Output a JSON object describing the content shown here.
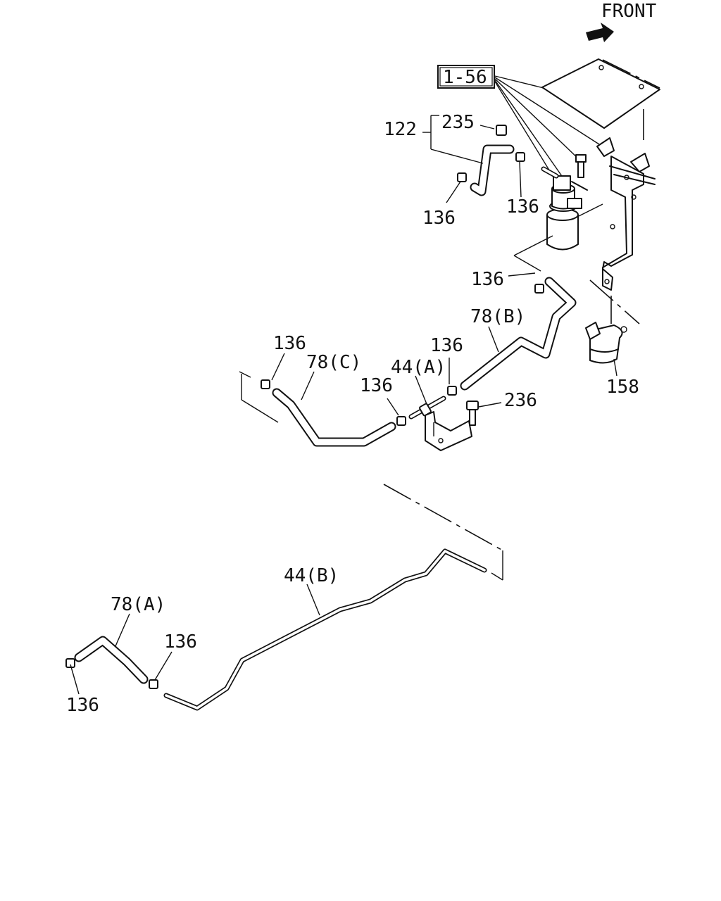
{
  "direction_label": "FRONT",
  "reference_box_label": "1-56",
  "callouts": {
    "fuel_filter_hose_assembly": "122",
    "hose_connector": "235",
    "clip_upper_left": "136",
    "clip_upper_right": "136",
    "clip_mid": "136",
    "hose_b": "78(B)",
    "clip_hose_b": "136",
    "clip_pipe_a_right": "136",
    "clip_left": "136",
    "hose_c": "78(C)",
    "pipe_a": "44(A)",
    "clip_pipe_a_left": "136",
    "bolt": "236",
    "filter_bracket_clamp": "158",
    "pipe_b": "44(B)",
    "hose_a": "78(A)",
    "clip_hose_a_right": "136",
    "clip_hose_a_left": "136"
  },
  "icons": {
    "front_arrow": "front-arrow-icon",
    "clip": "hose-clip-icon",
    "bolt": "bolt-icon",
    "fuel_filter": "fuel-filter-icon"
  },
  "colors": {
    "line": "#111111",
    "background": "#ffffff"
  }
}
